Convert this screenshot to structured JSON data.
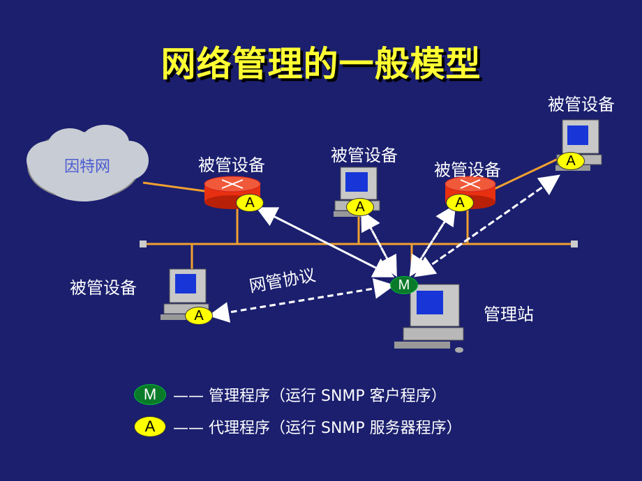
{
  "title": "网络管理的一般模型",
  "internet_label": "因特网",
  "managed_device_label": "被管设备",
  "protocol_label": "网管协议",
  "manager_station_label": "管理站",
  "badges": {
    "agent": "A",
    "manager": "M"
  },
  "legend": [
    {
      "badge": "M",
      "text": "—— 管理程序（运行 SNMP 客户程序）"
    },
    {
      "badge": "A",
      "text": "—— 代理程序（运行 SNMP 服务器程序）"
    }
  ],
  "colors": {
    "background": "#1b1f6e",
    "title": "#ffff33",
    "link": "#f0a030",
    "agent": "#ffff00",
    "manager": "#0a7a2a",
    "router": "#e83010"
  }
}
